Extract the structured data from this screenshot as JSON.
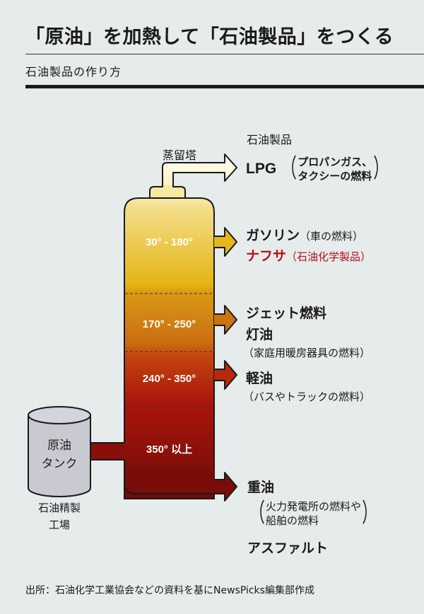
{
  "header": {
    "title": "「原油」を加熱して「石油製品」をつくる",
    "subtitle": "石油製品の作り方"
  },
  "diagram": {
    "products_heading": "石油製品",
    "tower_label": "蒸留塔",
    "tank": {
      "line1": "原油",
      "line2": "タンク"
    },
    "factory": {
      "line1": "石油精製",
      "line2": "工場"
    },
    "colors": {
      "background": "#e6ebec",
      "fraction_1": "#f0d26a",
      "fraction_2": "#d68a16",
      "fraction_3": "#b8230f",
      "fraction_4": "#7a0d0a",
      "tank_fill": "#c9c9d2",
      "highlight_red": "#b3111a"
    },
    "fractions": [
      {
        "temp_range": "30° - 180°",
        "products": [
          {
            "name": "ガソリン",
            "note": "（車の燃料）",
            "highlight": false
          },
          {
            "name": "ナフサ",
            "note": "（石油化学製品）",
            "highlight": true
          }
        ]
      },
      {
        "temp_range": "170° - 250°",
        "products": [
          {
            "name": "ジェット燃料",
            "note": ""
          },
          {
            "name": "灯油",
            "note": "（家庭用暖房器具の燃料）"
          }
        ]
      },
      {
        "temp_range": "240° - 350°",
        "products": [
          {
            "name": "軽油",
            "note": "（バスやトラックの燃料）"
          }
        ]
      },
      {
        "temp_range": "350° 以上",
        "products": [
          {
            "name": "重油",
            "note_line1": "火力発電所の燃料や",
            "note_line2": "船舶の燃料"
          },
          {
            "name": "アスファルト"
          }
        ]
      }
    ],
    "top_product": {
      "name": "LPG",
      "note_line1": "プロパンガス、",
      "note_line2": "タクシーの燃料"
    },
    "paren_open": "（",
    "paren_close": "）"
  },
  "footer": {
    "source": "出所：石油化学工業協会などの資料を基にNewsPicks編集部作成"
  }
}
